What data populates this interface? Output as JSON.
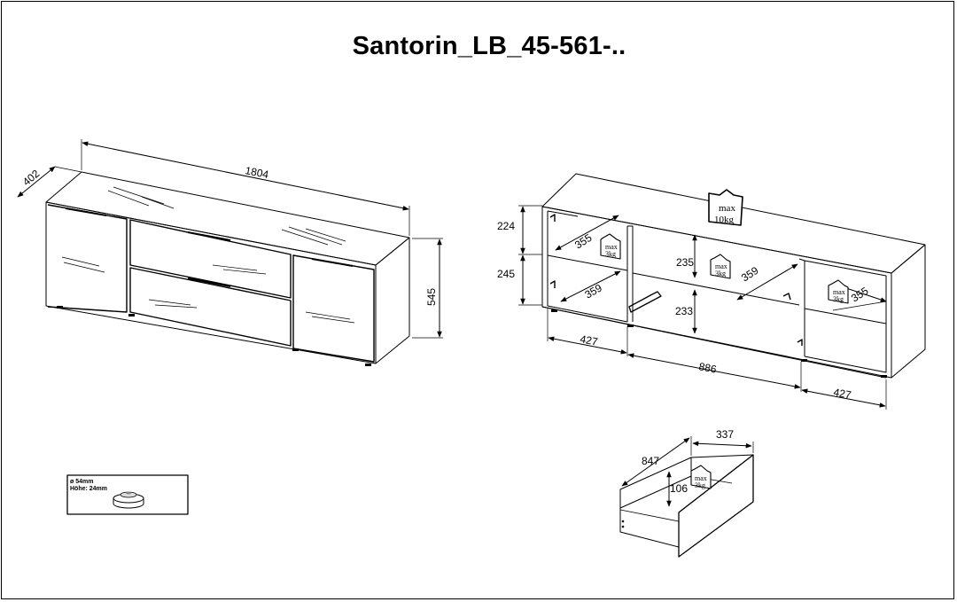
{
  "title": "Santorin_LB_45-561-..",
  "left_view": {
    "width": "1804",
    "depth": "402",
    "height": "545"
  },
  "right_view": {
    "compartment_heights": {
      "upper": "224",
      "lower": "245"
    },
    "middle_heights": {
      "upper": "235",
      "lower": "233"
    },
    "widths": {
      "left": "427",
      "middle": "886",
      "right": "427"
    },
    "shelf_depths": {
      "left_upper": "355",
      "left_lower": "359",
      "middle": "359",
      "right": "355"
    },
    "top_load": {
      "line1": "max",
      "line2": "10kg"
    },
    "shelf_load": {
      "line1": "max",
      "line2": "3kg"
    }
  },
  "drawer": {
    "depth": "847",
    "width": "337",
    "height": "106",
    "load": {
      "line1": "max",
      "line2": "3kg"
    }
  },
  "foot": {
    "diameter": "ø 54mm",
    "height": "Höhe: 24mm"
  }
}
